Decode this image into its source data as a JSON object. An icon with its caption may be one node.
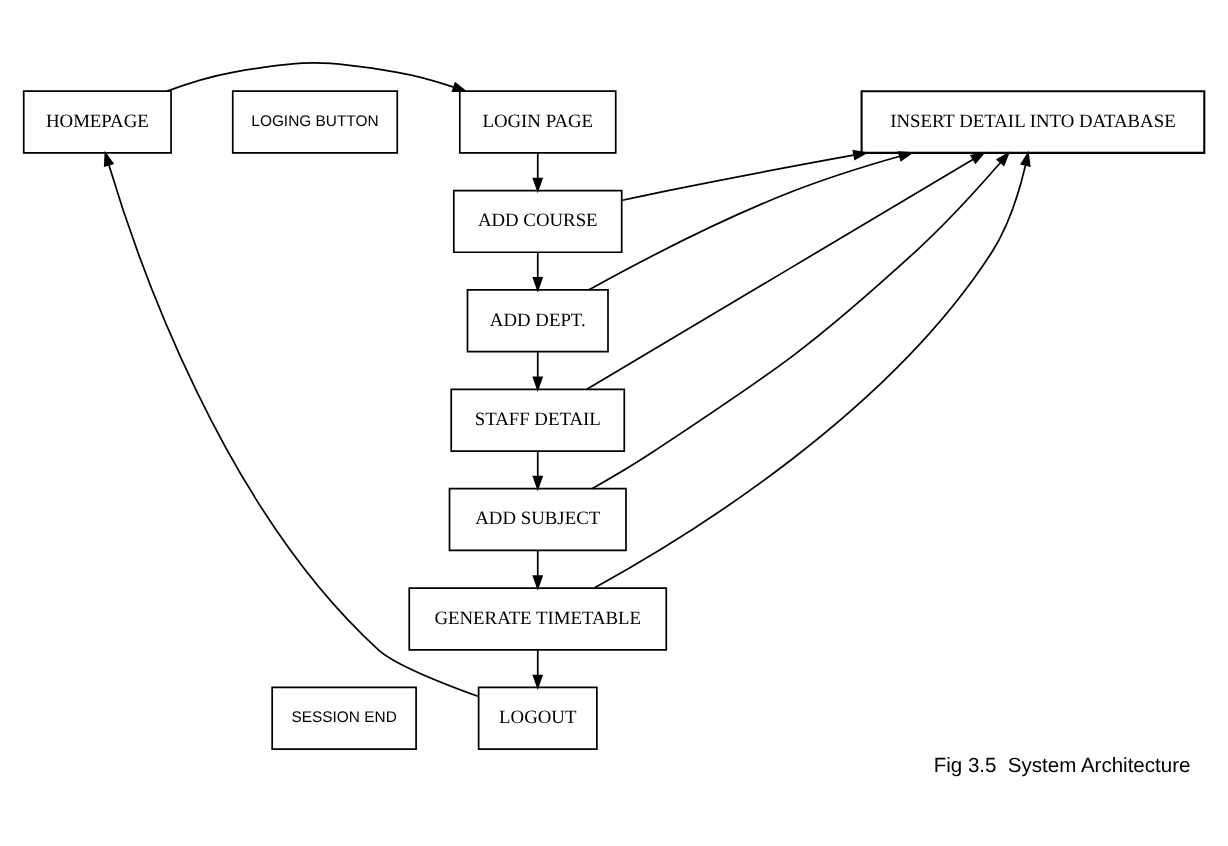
{
  "diagram": {
    "caption": "Fig 3.5  System Architecture",
    "nodes": [
      {
        "text": [
          "HOMEPAGE"
        ]
      },
      {
        "text": [
          "LOGING BUTTON"
        ]
      },
      {
        "text": [
          "LOGIN PAGE"
        ]
      },
      {
        "text": [
          "ADD COURSE"
        ]
      },
      {
        "text": [
          "ADD DEPT."
        ]
      },
      {
        "text": [
          "STAFF DETAIL"
        ]
      },
      {
        "text": [
          "ADD SUBJECT"
        ]
      },
      {
        "text": [
          "GENERATE TIMETABLE"
        ]
      },
      {
        "text": [
          "SESSION END"
        ]
      },
      {
        "text": [
          "LOGOUT"
        ]
      },
      {
        "text": [
          "INSERT DETAIL INTO DATABASE"
        ]
      }
    ],
    "edges": [
      {
        "from": 0,
        "to": 2,
        "arrow": "to"
      },
      {
        "from": 2,
        "to": 3,
        "arrow": "to"
      },
      {
        "from": 3,
        "to": 4,
        "arrow": "to"
      },
      {
        "from": 4,
        "to": 5,
        "arrow": "to"
      },
      {
        "from": 5,
        "to": 6,
        "arrow": "to"
      },
      {
        "from": 6,
        "to": 7,
        "arrow": "to"
      },
      {
        "from": 7,
        "to": 9,
        "arrow": "to"
      },
      {
        "from": 9,
        "to": 0,
        "arrow": "to"
      },
      {
        "from": 3,
        "to": 10,
        "arrow": "to"
      },
      {
        "from": 4,
        "to": 10,
        "arrow": "to"
      },
      {
        "from": 5,
        "to": 10,
        "arrow": "to"
      },
      {
        "from": 6,
        "to": 10,
        "arrow": "to"
      },
      {
        "from": 7,
        "to": 10,
        "arrow": "to"
      }
    ]
  }
}
